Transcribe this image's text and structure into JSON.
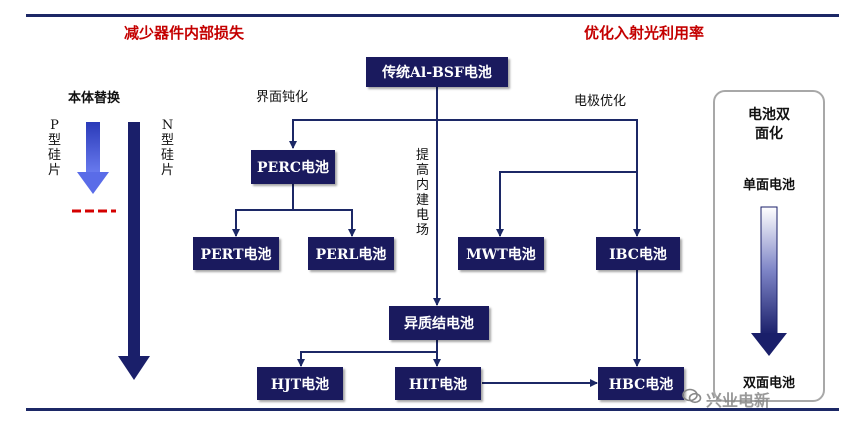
{
  "headings": {
    "left": "减少器件内部损失",
    "right": "优化入射光利用率"
  },
  "labels": {
    "bulk_replace": "本体替换",
    "p_type": "P型硅片",
    "n_type": "N型硅片",
    "interface_passivation": "界面钝化",
    "electrode_optimization": "电极优化",
    "built_in_field": "提高内建电场"
  },
  "boxes": {
    "al_bsf": "传统Al-BSF电池",
    "perc": "PERC电池",
    "pert": "PERT电池",
    "perl": "PERL电池",
    "mwt": "MWT电池",
    "ibc": "IBC电池",
    "heterojunction": "异质结电池",
    "hjt": "HJT电池",
    "hit": "HIT电池",
    "hbc": "HBC电池"
  },
  "panel": {
    "title_line1": "电池双",
    "title_line2": "面化",
    "top": "单面电池",
    "bottom": "双面电池"
  },
  "watermark": "兴业电新",
  "colors": {
    "box_fill": "#1a1a5e",
    "line": "#1c2866",
    "heading": "#c40000",
    "p_arrow": "#3b4fd8",
    "dash": "#d40000"
  }
}
